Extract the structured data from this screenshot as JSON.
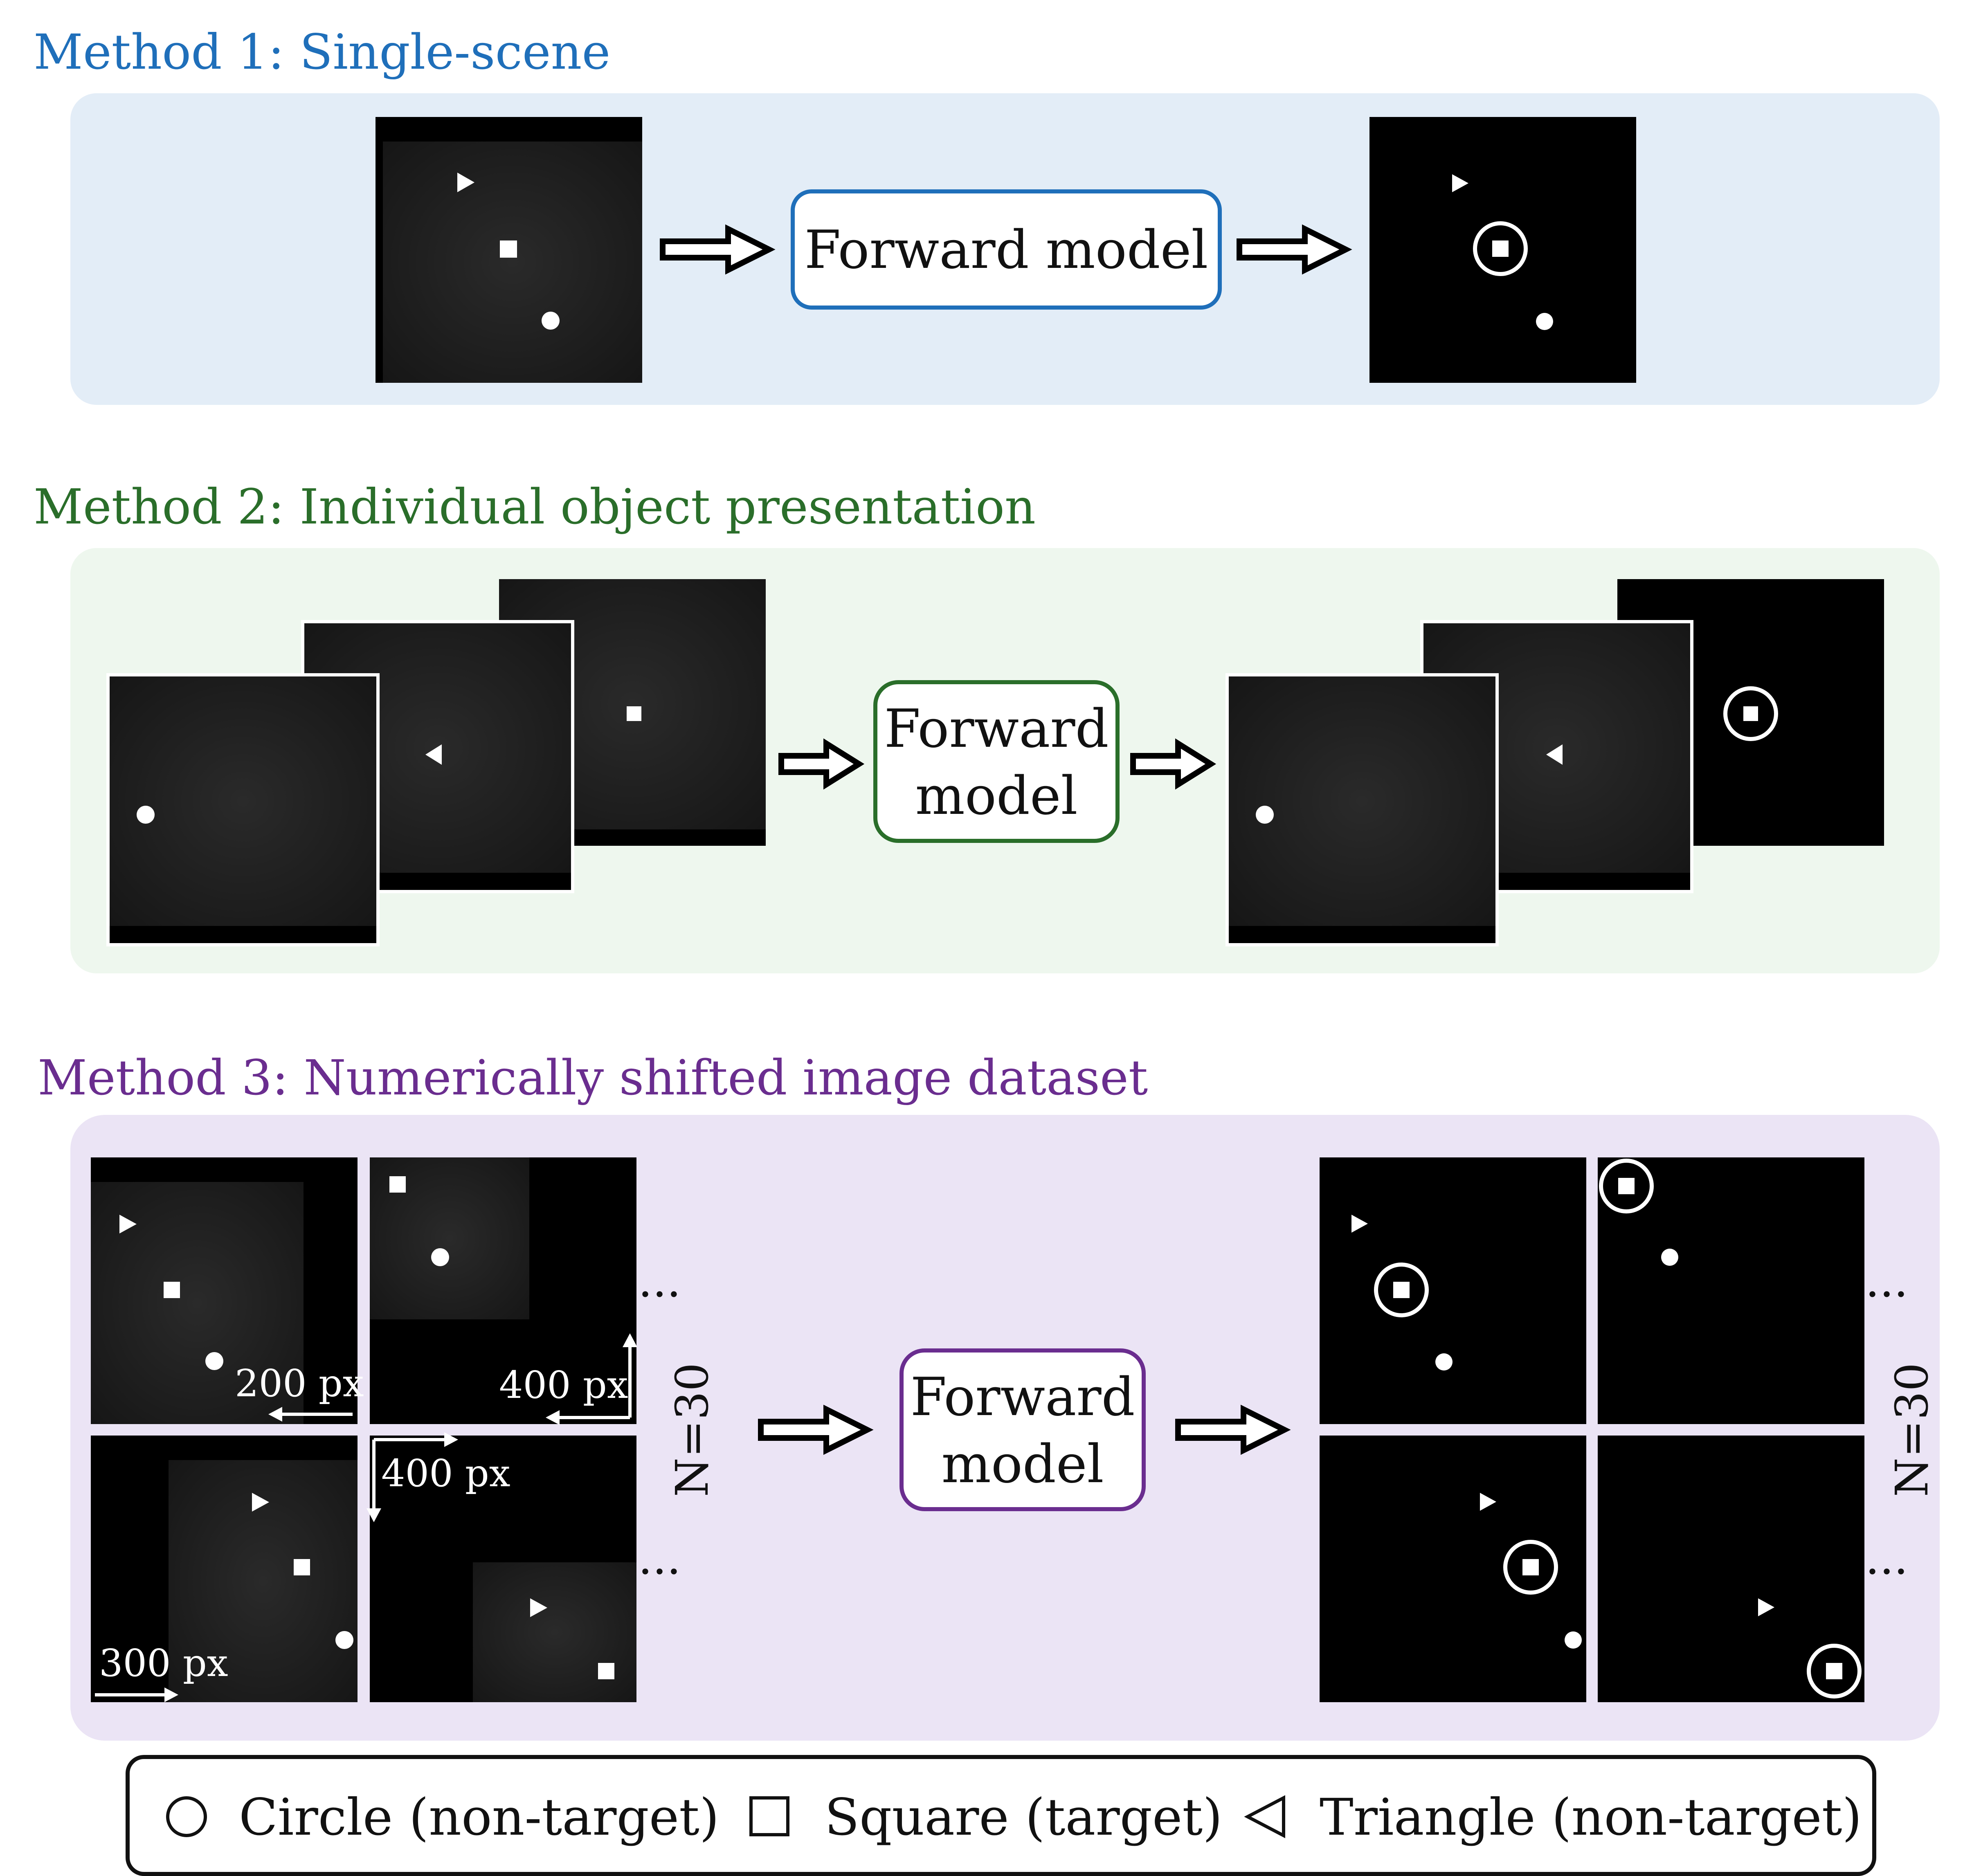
{
  "method1": {
    "title": "Method 1: Single-scene",
    "box": "Forward model"
  },
  "method2": {
    "title": "Method 2: Individual object presentation",
    "box_line1": "Forward",
    "box_line2": "model"
  },
  "method3": {
    "title": "Method 3: Numerically shifted image dataset",
    "box_line1": "Forward",
    "box_line2": "model",
    "shift_a": "200 px",
    "shift_b": "400 px",
    "shift_c": "400 px",
    "shift_d": "300 px",
    "count_left": "N=30",
    "count_right": "N=30",
    "ellipsis": "..."
  },
  "legend": {
    "circle": "Circle (non-target)",
    "square": "Square (target)",
    "triangle": "Triangle (non-target)"
  },
  "colors": {
    "blue": "#1f6fba",
    "green": "#2a6e2a",
    "purple": "#6a2d8f",
    "panel_blue": "#e3edf7",
    "panel_green": "#eef7ee",
    "panel_purple": "#ebe4f5"
  }
}
